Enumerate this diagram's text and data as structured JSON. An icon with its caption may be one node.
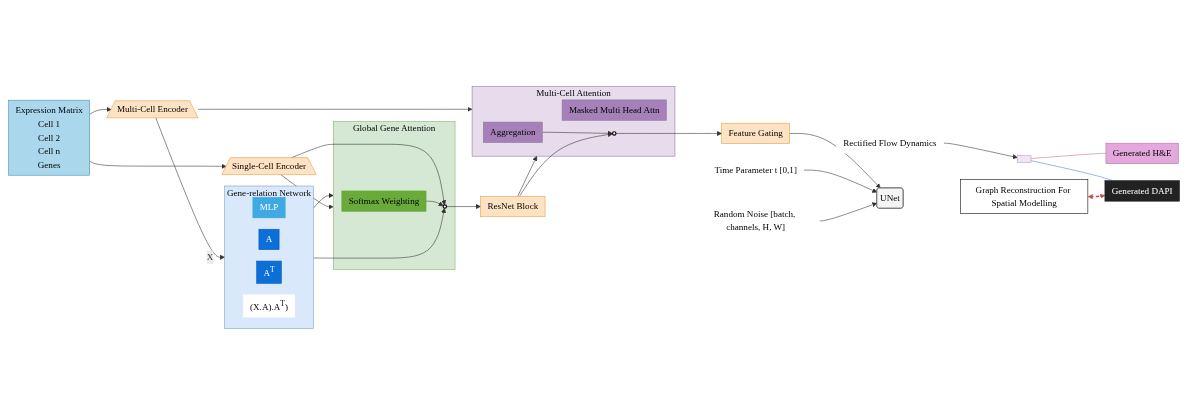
{
  "diagram": {
    "nodes": [
      {
        "text": [
          "Expression Matrix",
          "Cell 1",
          "Cell 2",
          "Cell n",
          "Genes"
        ]
      },
      {
        "text": [
          "Multi-Cell Encoder"
        ]
      },
      {
        "text": [
          "Single-Cell Encoder"
        ]
      },
      {
        "text": [
          "Gene-relation Network"
        ]
      },
      {
        "text": [
          "MLP"
        ],
        "in": 3
      },
      {
        "text": [
          "A"
        ],
        "in": 3
      },
      {
        "text": [
          "A$^{T}$"
        ],
        "in": 3
      },
      {
        "text": [
          "(X.A).A$^{T}$)"
        ],
        "in": 3
      },
      {
        "text": [
          "Global Gene Attention"
        ]
      },
      {
        "text": [
          "Softmax Weighting"
        ],
        "in": 8
      },
      {
        "text": [],
        "shape": "circle",
        "in": 8
      },
      {
        "text": [
          "ResNet Block"
        ]
      },
      {
        "text": [
          "Multi-Cell Attention"
        ]
      },
      {
        "text": [
          "Masked Multi Head Attn"
        ],
        "in": 12
      },
      {
        "text": [
          "Aggregation"
        ],
        "in": 12
      },
      {
        "text": [],
        "shape": "circle",
        "in": 12
      },
      {
        "text": [
          "Feature Gating"
        ]
      },
      {
        "text": [
          "UNet"
        ]
      },
      {
        "text": [
          "Time Parameter t [0,1]"
        ]
      },
      {
        "text": [
          "Random Noise [batch, channels, H, W]"
        ]
      },
      {
        "text": [
          "Rectified Flow Dynamics"
        ]
      },
      {
        "text": [],
        "shape": "box"
      },
      {
        "text": [
          "Generated H&E"
        ]
      },
      {
        "text": [
          "Generated DAPI"
        ]
      },
      {
        "text": [
          "Graph Reconstruction For Spatial Modelling"
        ]
      }
    ],
    "edges": [
      {
        "from": 0,
        "to": 1,
        "arrow": "to"
      },
      {
        "from": 0,
        "to": 2,
        "arrow": "to"
      },
      {
        "from": 1,
        "to": 3,
        "label": "X",
        "arrow": "to"
      },
      {
        "from": 1,
        "to": 12,
        "arrow": "to"
      },
      {
        "from": 3,
        "to": 8,
        "arrow": "to"
      },
      {
        "from": 2,
        "to": 8,
        "arrow": "to"
      },
      {
        "from": 2,
        "to": 10,
        "arrow": "to"
      },
      {
        "from": 3,
        "to": 10,
        "arrow": "to"
      },
      {
        "from": 9,
        "to": 10,
        "arrow": "to"
      },
      {
        "from": 10,
        "to": 11,
        "arrow": "to"
      },
      {
        "from": 11,
        "to": 12,
        "arrow": "to"
      },
      {
        "from": 14,
        "to": 15,
        "arrow": "to"
      },
      {
        "from": 11,
        "to": 15,
        "arrow": "to"
      },
      {
        "from": 15,
        "to": 16,
        "arrow": "to"
      },
      {
        "from": 16,
        "to": 17,
        "arrow": "to"
      },
      {
        "from": 18,
        "to": 17,
        "arrow": "to"
      },
      {
        "from": 19,
        "to": 17,
        "arrow": "to"
      },
      {
        "from": 20,
        "to": 21,
        "arrow": "to"
      },
      {
        "from": 21,
        "to": 22,
        "arrow": "none",
        "color": "#c07090"
      },
      {
        "from": 21,
        "to": 23,
        "arrow": "none",
        "color": "#5080c0"
      },
      {
        "from": 24,
        "to": 23,
        "arrow": "both",
        "style": "dashed",
        "color": "#c0504d"
      }
    ]
  }
}
